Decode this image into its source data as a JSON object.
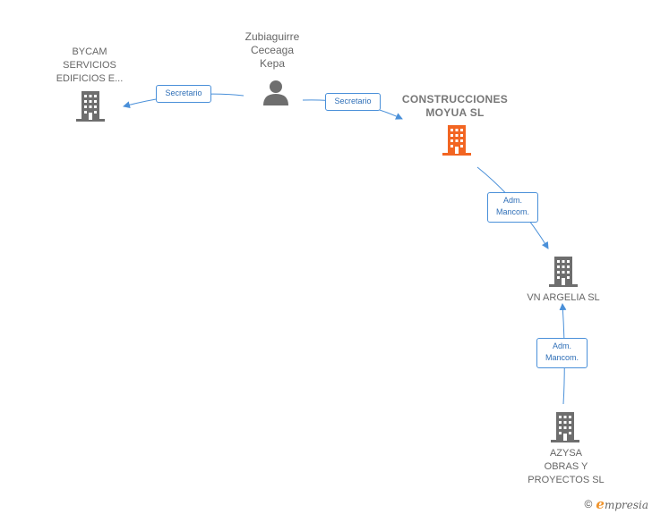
{
  "nodes": {
    "zubiaguirre": {
      "label": "Zubiaguirre\nCeceaga\nKepa",
      "icon": "person-icon"
    },
    "bycam": {
      "label": "BYCAM\nSERVICIOS\nEDIFICIOS E...",
      "icon": "building-icon"
    },
    "construcciones": {
      "label": "CONSTRUCCIONES\nMOYUA SL",
      "icon": "building-icon",
      "accent": "#f26522"
    },
    "vn_argelia": {
      "label": "VN ARGELIA SL",
      "icon": "building-icon"
    },
    "azysa": {
      "label": "AZYSA\nOBRAS Y\nPROYECTOS SL",
      "icon": "building-icon"
    }
  },
  "edges": {
    "e1": {
      "label": "Secretario"
    },
    "e2": {
      "label": "Secretario"
    },
    "e3": {
      "label": "Adm.\nMancom."
    },
    "e4": {
      "label": "Adm.\nMancom."
    }
  },
  "footer": {
    "copyright": "©",
    "brand_initial": "e",
    "brand_rest": "mpresia"
  },
  "colors": {
    "edge": "#4a90d9",
    "icon": "#6e6e6e",
    "main_node": "#f26522"
  }
}
